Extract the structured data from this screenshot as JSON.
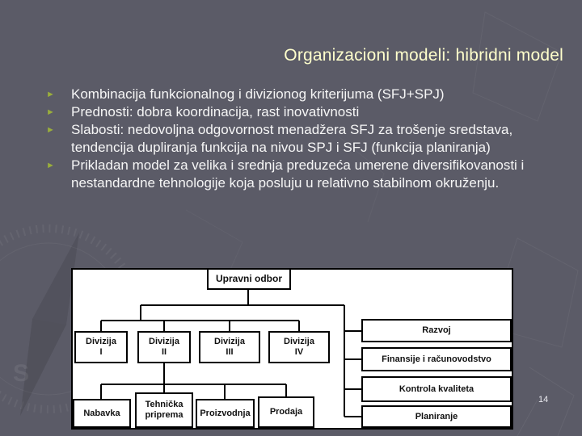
{
  "slide": {
    "title": "Organizacioni modeli: hibridni model",
    "bullet_glyph": "►",
    "bullets": [
      {
        "text": "Kombinacija funkcionalnog i divizionog kriterijuma (SFJ+SPJ)"
      },
      {
        "text": "Prednosti: dobra koordinacija, rast inovativnosti"
      },
      {
        "text": "Slabosti: nedovoljna odgovornost menadžera SFJ za trošenje sredstava, tendencija dupliranja funkcija na nivou SPJ i SFJ (funkcija planiranja)"
      },
      {
        "text": "Prikladan model za velika i srednja preduzeća umerene diversifikovanosti i nestandardne tehnologije koja posluju u relativno stabilnom okruženju."
      }
    ],
    "page_number": "14"
  },
  "colors": {
    "background": "#5b5b67",
    "title_text": "#ffffcc",
    "body_text": "#f6f6f6",
    "bullet_marker": "#9aae3c",
    "diagram_panel": "#ffffff",
    "diagram_lines": "#000000"
  },
  "org_chart": {
    "type": "org-chart",
    "root": "Upravni odbor",
    "divisions": [
      "Divizija\nI",
      "Divizija\nII",
      "Divizija\nIII",
      "Divizija\nIV"
    ],
    "staff_units": [
      "Razvoj",
      "Finansije i računovodstvo",
      "Kontrola kvaliteta",
      "Planiranje"
    ],
    "division_functions": [
      "Nabavka",
      "Tehnička priprema",
      "Proizvodnja",
      "Prodaja"
    ],
    "edges": [
      "Upravni odbor -> Divizija I, Divizija II, Divizija III, Divizija IV",
      "Upravni odbor -> Razvoj, Finansije i računovodstvo, Kontrola kvaliteta, Planiranje",
      "Divizija II -> Nabavka, Tehnička priprema, Proizvodnja, Prodaja"
    ]
  }
}
